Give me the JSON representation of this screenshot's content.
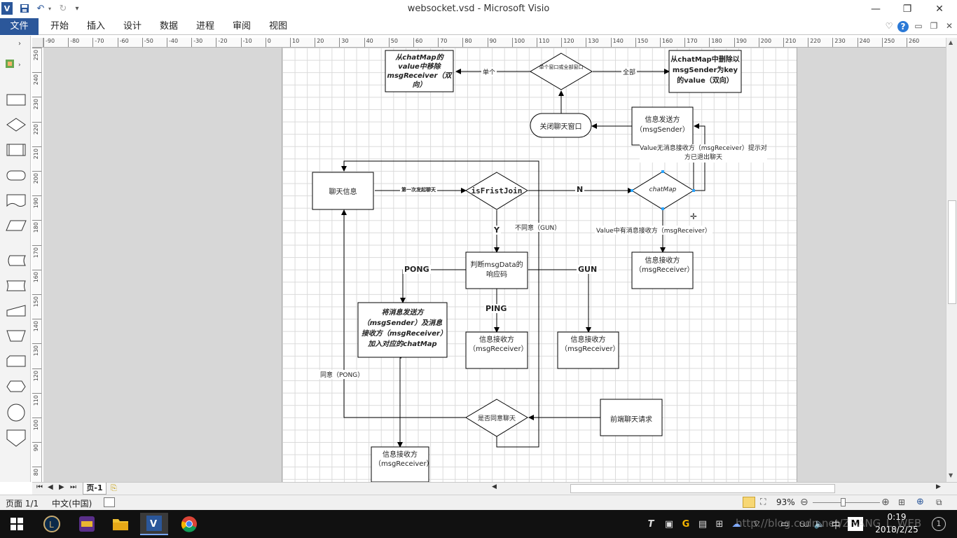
{
  "window": {
    "title": "websocket.vsd  -  Microsoft Visio",
    "app_icon": "V",
    "minimize": "—",
    "restore": "❐",
    "close": "✕"
  },
  "ribbon": {
    "tabs": [
      "文件",
      "开始",
      "插入",
      "设计",
      "数据",
      "进程",
      "审阅",
      "视图"
    ],
    "help": "?"
  },
  "ruler": {
    "h_ticks": [
      "-90",
      "-80",
      "-70",
      "-60",
      "-50",
      "-40",
      "-30",
      "-20",
      "-10",
      "0",
      "10",
      "20",
      "30",
      "40",
      "50",
      "60",
      "70",
      "80",
      "90",
      "100",
      "110",
      "120",
      "130",
      "140",
      "150",
      "160",
      "170",
      "180",
      "190",
      "200",
      "210",
      "220",
      "230",
      "240",
      "250",
      "260"
    ],
    "v_ticks": [
      "250",
      "240",
      "230",
      "220",
      "210",
      "200",
      "190",
      "180",
      "170",
      "160",
      "150",
      "140",
      "130",
      "120",
      "110",
      "100",
      "90",
      "80"
    ]
  },
  "diagram": {
    "node_remove_value": "从chatMap的value中移除msgReceiver（双向）",
    "node_decision_window": "单个窗口或全部窗口",
    "node_remove_key": "从chatMap中删除以msgSender为key的value（双向）",
    "node_close_window": "关闭聊天窗口",
    "node_sender": "信息发送方（msgSender）",
    "node_chat_info": "聊天信息",
    "node_isfirstjoin": "isFristJoin",
    "node_chatmap": "chatMap",
    "node_check_code": "判断msgData的响应码",
    "node_add_to_map": "将消息发送方（msgSender）及消息接收方（msgReceiver）加入对应的chatMap",
    "node_receiver_ping": "信息接收方（msgReceiver）",
    "node_receiver_gun": "信息接收方（msgReceiver）",
    "node_receiver_chatmap": "信息接收方（msgReceiver）",
    "node_agree": "是否同意聊天",
    "node_new_request": "前端聊天请求",
    "node_receiver_bottom": "信息接收方（msgReceiver）",
    "lbl_single": "单个",
    "lbl_all": "全部",
    "lbl_first_chat": "第一次发起聊天",
    "lbl_n": "N",
    "lbl_y": "Y",
    "lbl_disagree": "不同意（GUN）",
    "lbl_pong": "PONG",
    "lbl_gun": "GUN",
    "lbl_ping": "PING",
    "lbl_agree_pong": "同意（PONG）",
    "lbl_no_receiver": "Value无消息接收方（msgReceiver）提示对方已退出聊天",
    "lbl_has_receiver": "Value中有消息接收方（msgReceiver）"
  },
  "pagebar": {
    "page_tab": "页-1"
  },
  "status": {
    "page": "页面 1/1",
    "language": "中文(中国)",
    "zoom": "93%"
  },
  "taskbar": {
    "time": "0:19",
    "date": "2018/2/25",
    "ime": "中",
    "watermark": "http://blog.csdn.net/ZHANG_L_WEB"
  }
}
